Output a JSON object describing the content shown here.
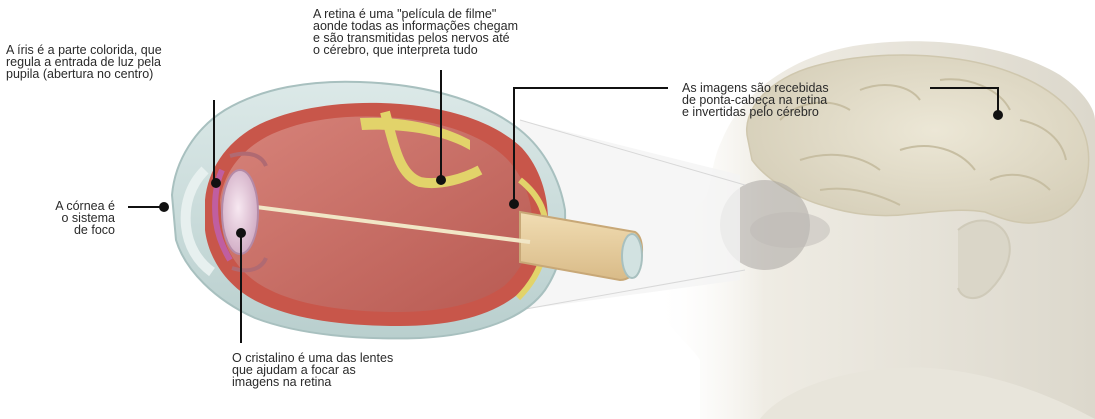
{
  "labels": {
    "iris": "A íris é a parte colorida, que\nregula a entrada de luz pela\npupila (abertura no centro)",
    "retina": "A retina é uma \"película de filme\"\naonde todas as informações chegam\ne são transmitidas pelos nervos até\no cérebro, que interpreta tudo",
    "images": "As imagens são recebidas\nde ponta-cabeça na retina\ne invertidas pelo cérebro",
    "cornea": "A córnea é\no sistema\nde foco",
    "lens": "O cristalino é uma das lentes\nque ajudam a focar as\nimagens na retina"
  },
  "colors": {
    "text": "#2a2a2a",
    "leader_line": "#111111",
    "sclera": "#c9dcdc",
    "choroid": "#c8564a",
    "vitreous": "#c86f66",
    "retina_layer": "#e2d36a",
    "optic_nerve": "#e7d0a6",
    "lens": "#e8cfe0",
    "head": "#e6e3d8",
    "brain": "#e2dcc8"
  }
}
